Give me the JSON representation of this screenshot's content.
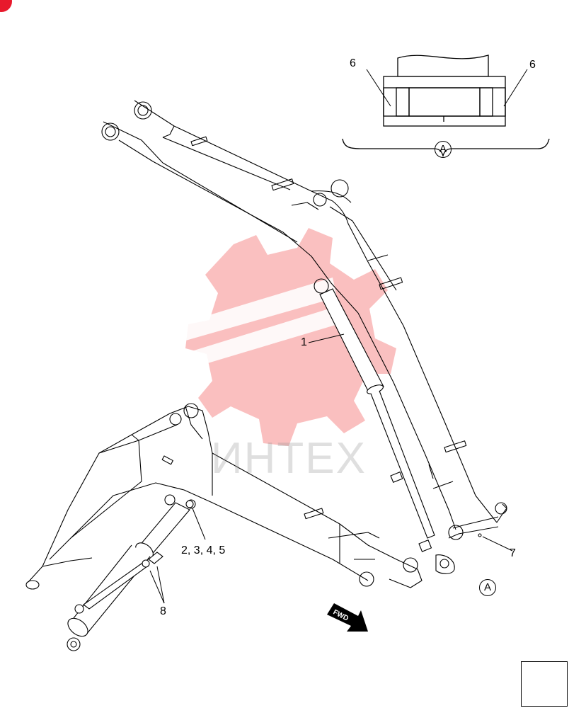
{
  "callouts": {
    "item1": "1",
    "item2345": "2, 3, 4, 5",
    "item6_left": "6",
    "item6_right": "6",
    "item7": "7",
    "item8": "8"
  },
  "view_markers": {
    "detail_label": "A",
    "location_label": "A"
  },
  "fwd_arrow": {
    "label": "FWD"
  },
  "watermark": {
    "text": "ИНТЕХ",
    "color": "#f03c3c"
  },
  "colors": {
    "corner_mark": "#e8192c",
    "line": "#000000"
  },
  "icons": {
    "navigation": "return-arrow-icon"
  }
}
